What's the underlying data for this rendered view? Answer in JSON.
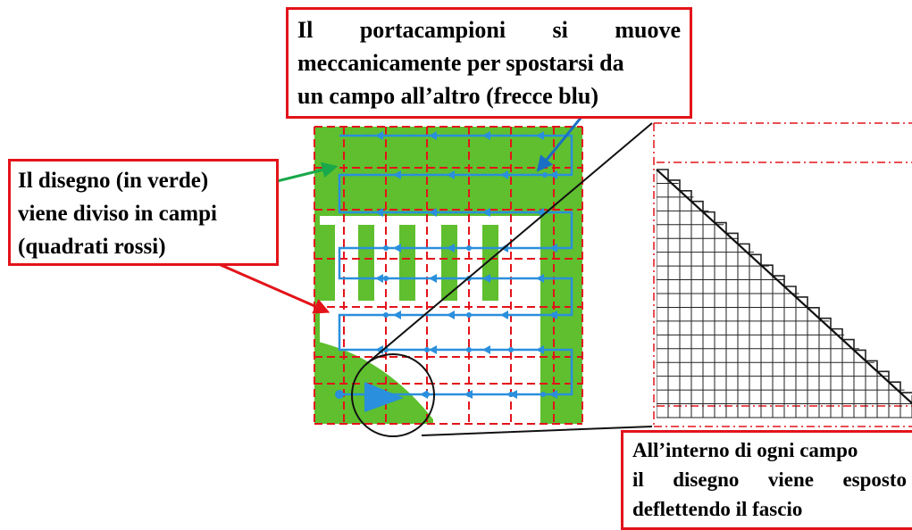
{
  "callouts": {
    "stage_motion": {
      "lines": [
        [
          "Il",
          "portacampioni",
          "si",
          "muove"
        ],
        [
          "meccanicamente per spostarsi da"
        ],
        [
          "un campo all’altro (frecce blu)"
        ]
      ]
    },
    "field_division": {
      "lines": [
        [
          "Il disegno (in verde)"
        ],
        [
          "viene diviso in campi"
        ],
        [
          "(quadrati rossi)"
        ]
      ]
    },
    "beam_deflection": {
      "lines": [
        [
          "All’interno di ogni campo"
        ],
        [
          "il",
          "disegno",
          "viene",
          "esposto"
        ],
        [
          "deflettendo il fascio"
        ]
      ]
    }
  },
  "colors": {
    "pattern_green": "#5fbf2e",
    "field_red": "#e3131a",
    "stage_path_blue": "#2a8fdc",
    "arrow_green": "#1aa84a",
    "arrow_blue": "#1a6fc4",
    "arrow_red": "#e3131a"
  }
}
